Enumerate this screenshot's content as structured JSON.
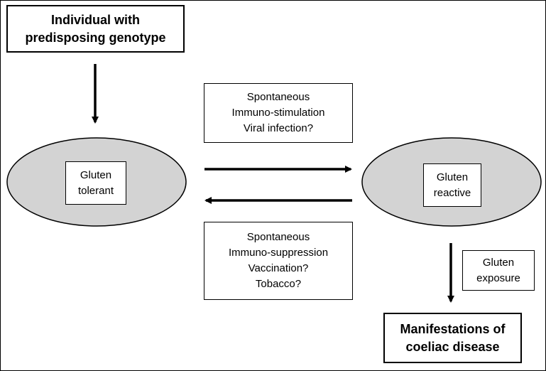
{
  "nodes": {
    "genotype": "Individual with\npredisposing genotype",
    "tolerant": "Gluten\ntolerant",
    "reactive": "Gluten\nreactive",
    "manifestations": "Manifestations of\ncoeliac disease"
  },
  "factors": {
    "stimulation": "Spontaneous\nImmuno-stimulation\nViral infection?",
    "suppression": "Spontaneous\nImmuno-suppression\nVaccination?\nTobacco?",
    "exposure": "Gluten\nexposure"
  },
  "colors": {
    "ellipse_fill": "#d3d3d3",
    "stroke": "#000000"
  }
}
